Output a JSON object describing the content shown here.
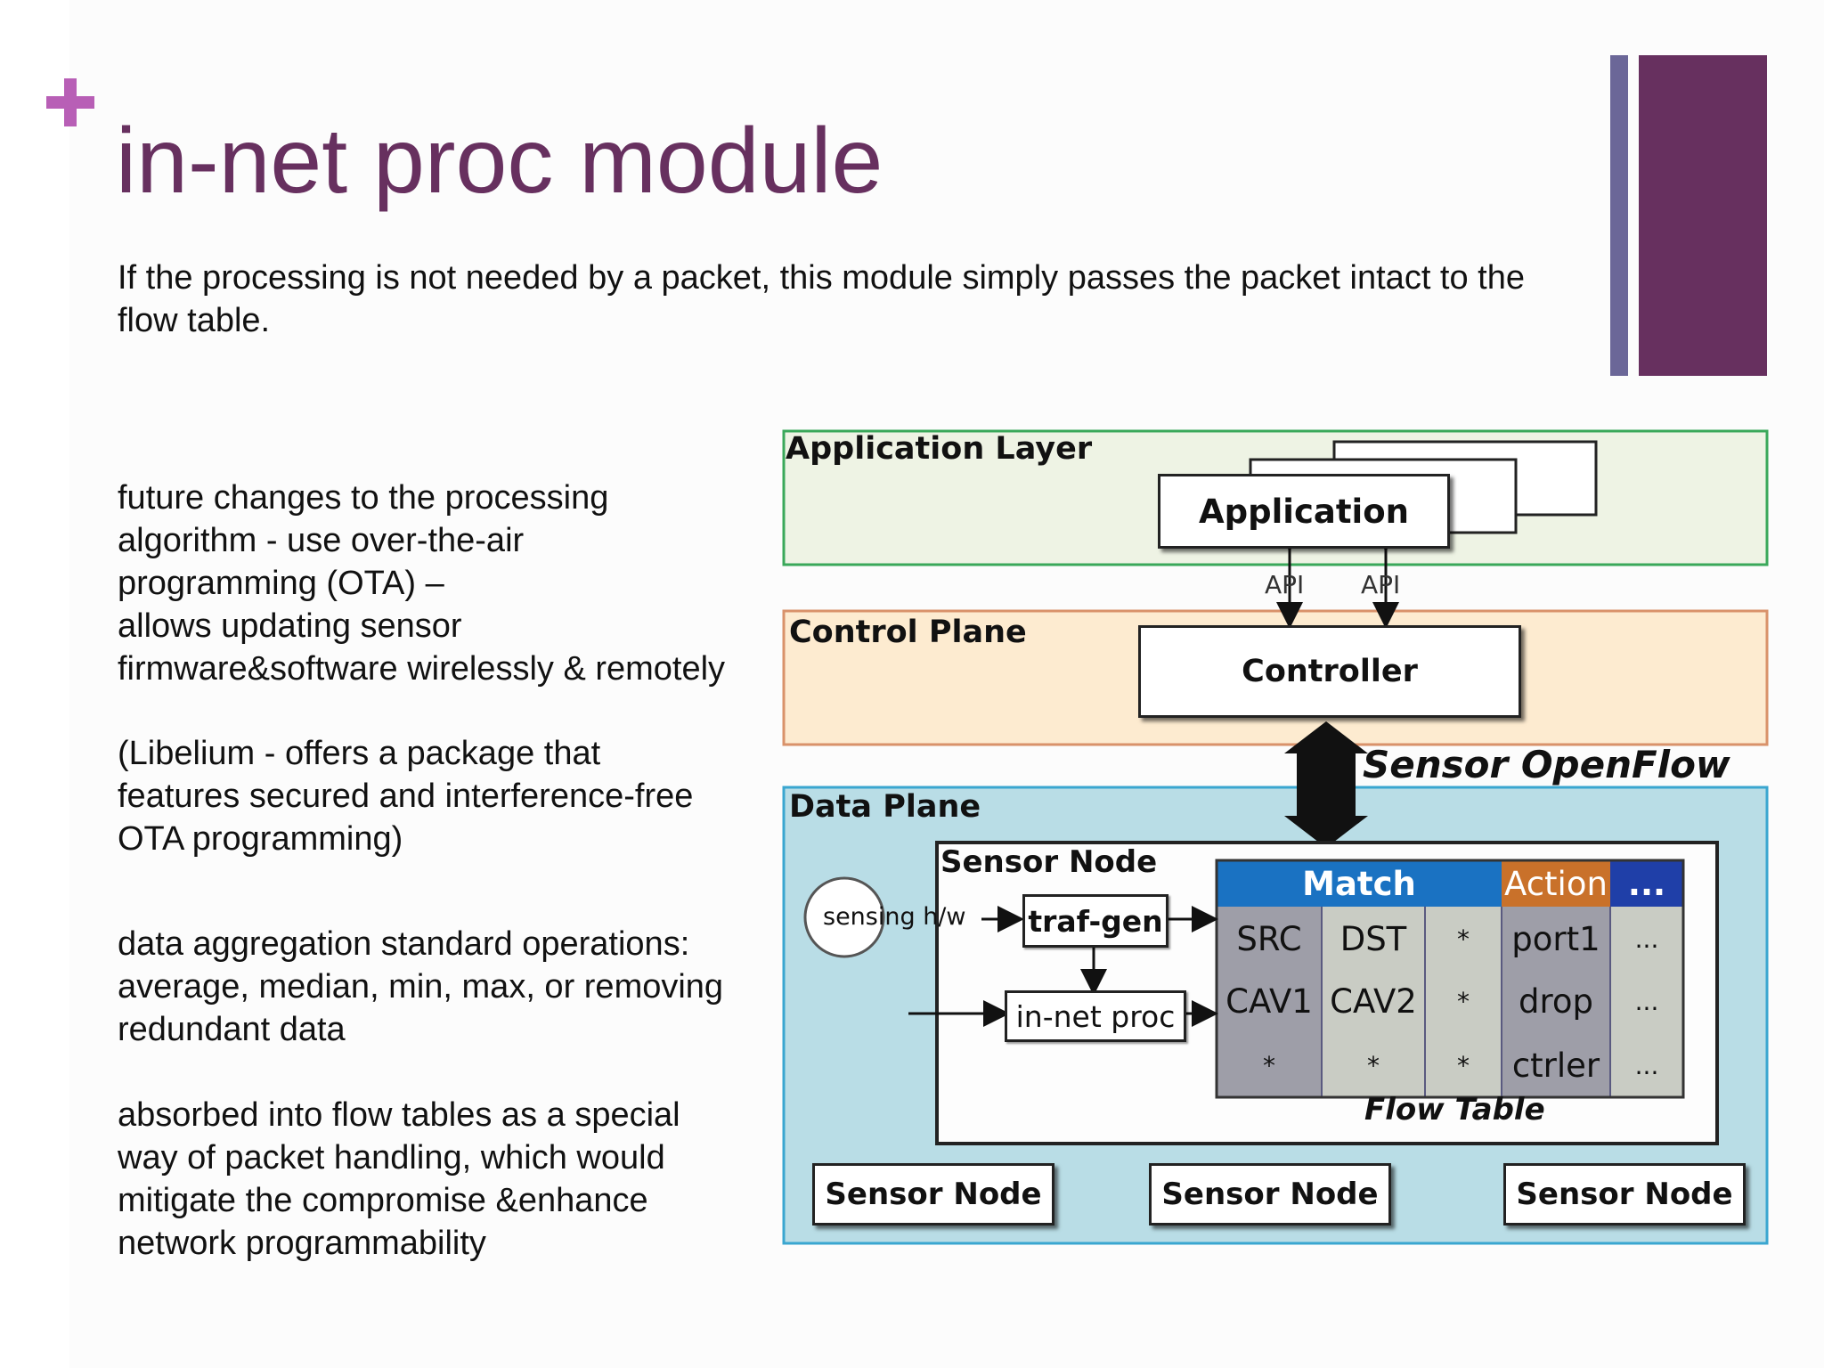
{
  "slide": {
    "title": "in-net proc module",
    "intro": "If the processing is not needed by a packet, this module simply passes the packet intact to the flow table.",
    "paragraphs": [
      [
        "future changes to the processing",
        "algorithm - use over-the-air",
        "programming (OTA) –",
        "allows updating sensor",
        "firmware&software wirelessly & remotely"
      ],
      [
        "(Libelium - offers a package that",
        "features secured and interference-free",
        "OTA programming)"
      ],
      [
        "data aggregation standard operations:",
        "average, median, min, max, or removing",
        "redundant data"
      ],
      [
        "absorbed into flow tables as a special",
        "way of packet handling, which would",
        "mitigate the compromise &enhance",
        "network programmability"
      ]
    ],
    "colors": {
      "title": "#67305f",
      "accent_plus": "#b85fb6",
      "bar_thin": "#6b6798",
      "bar_wide": "#67305f"
    }
  },
  "diagram": {
    "application_layer": {
      "label": "Application Layer",
      "app_label": "Application",
      "api_labels": [
        "API",
        "API"
      ],
      "bg": "#eef3e4",
      "border": "#3aa85a"
    },
    "control_plane": {
      "label": "Control Plane",
      "controller_label": "Controller",
      "bg": "#fdebd0",
      "border": "#d9926a"
    },
    "protocol_label": "Sensor OpenFlow",
    "data_plane": {
      "label": "Data Plane",
      "bg": "#b9dde6",
      "border": "#3aa6d0",
      "sensor_node": {
        "label": "Sensor Node",
        "sensing": "sensing h/w",
        "traf_gen": "traf-gen",
        "in_net_proc": "in-net proc",
        "flow_table": {
          "title": "Flow Table",
          "headers": {
            "match": "Match",
            "action": "Action",
            "more": "..."
          },
          "rows": [
            [
              "SRC",
              "DST",
              "*",
              "port1",
              "..."
            ],
            [
              "CAV1",
              "CAV2",
              "*",
              "drop",
              "..."
            ],
            [
              "*",
              "*",
              "*",
              "ctrler",
              "..."
            ]
          ],
          "colors": {
            "match_header": "#1a72c2",
            "action_header": "#c9712a",
            "more_header": "#1f3fa8",
            "col_dark": "#9e9ea8",
            "col_light": "#c9ccc4"
          }
        }
      },
      "other_nodes": [
        "Sensor Node",
        "Sensor Node",
        "Sensor Node"
      ]
    }
  }
}
